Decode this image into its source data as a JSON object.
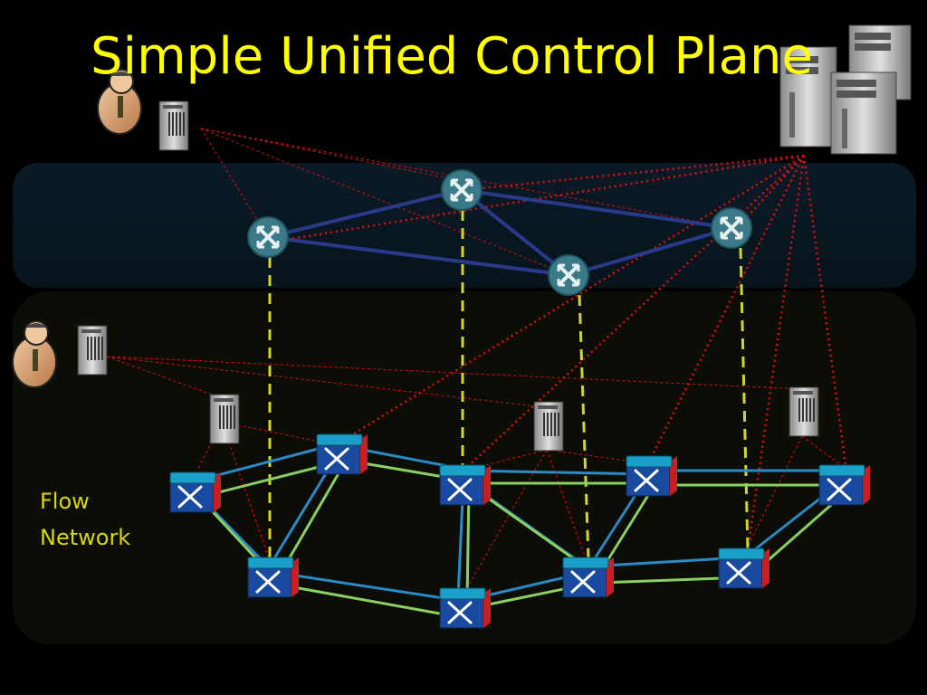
{
  "slide": {
    "title": "Simple Unified Control Plane",
    "flow_label_line1": "Flow",
    "flow_label_line2": "Network"
  },
  "colors": {
    "background": "#000000",
    "title": "#ffff00",
    "flow_label": "#d9d900",
    "control_lines": "#e01010",
    "virtual_links": "#2a3a8a",
    "mapping_dashes": "#d4d430",
    "flow_links_blue": "#2a8ac8",
    "flow_links_green": "#8ad060",
    "router_fill": "#3a7a88",
    "switch_blue": "#1a4aa0",
    "switch_red": "#c82020",
    "switch_top": "#1aa0c8"
  },
  "icons": {
    "virtual_router": "router-icon",
    "flow_switch": "openflow-switch-icon",
    "controller": "server-icon",
    "operator": "person-icon"
  }
}
